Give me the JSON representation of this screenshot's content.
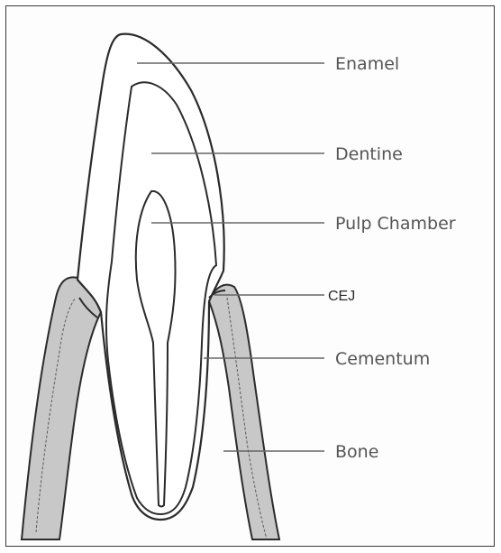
{
  "diagram": {
    "labels": {
      "enamel": "Enamel",
      "dentine": "Dentine",
      "pulp_chamber": "Pulp Chamber",
      "cej": "CEJ",
      "cementum": "Cementum",
      "bone": "Bone"
    },
    "colors": {
      "outline": "#2b2b2b",
      "gum_bone_fill": "#c8c8c8",
      "leader_line": "#666666"
    }
  }
}
